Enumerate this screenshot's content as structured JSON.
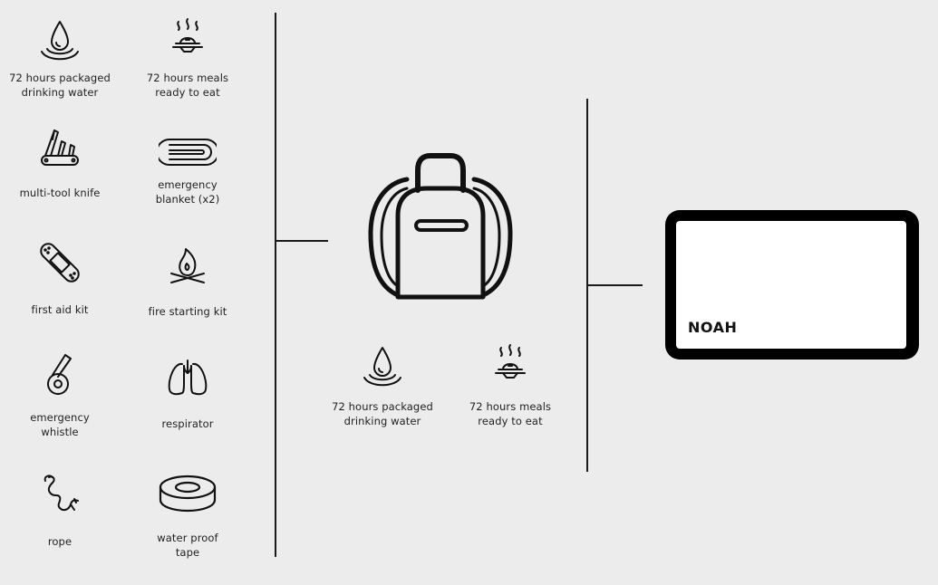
{
  "kit_items": [
    {
      "icon": "water-drop-icon",
      "label": "72 hours packaged\ndrinking water"
    },
    {
      "icon": "meal-icon",
      "label": "72 hours meals\nready to eat"
    },
    {
      "icon": "multi-tool-knife-icon",
      "label": "multi-tool knife"
    },
    {
      "icon": "blanket-icon",
      "label": "emergency\nblanket (x2)"
    },
    {
      "icon": "bandage-icon",
      "label": "first aid kit"
    },
    {
      "icon": "fire-icon",
      "label": "fire starting kit"
    },
    {
      "icon": "whistle-icon",
      "label": "emergency\nwhistle"
    },
    {
      "icon": "lungs-icon",
      "label": "respirator"
    },
    {
      "icon": "rope-icon",
      "label": "rope"
    },
    {
      "icon": "tape-roll-icon",
      "label": "water proof\ntape"
    }
  ],
  "backpack": {
    "icon": "backpack-icon",
    "items": [
      {
        "icon": "water-drop-icon",
        "label": "72 hours packaged\ndrinking water"
      },
      {
        "icon": "meal-icon",
        "label": "72 hours meals\nready to eat"
      }
    ]
  },
  "device": {
    "brand": "NOAH"
  }
}
